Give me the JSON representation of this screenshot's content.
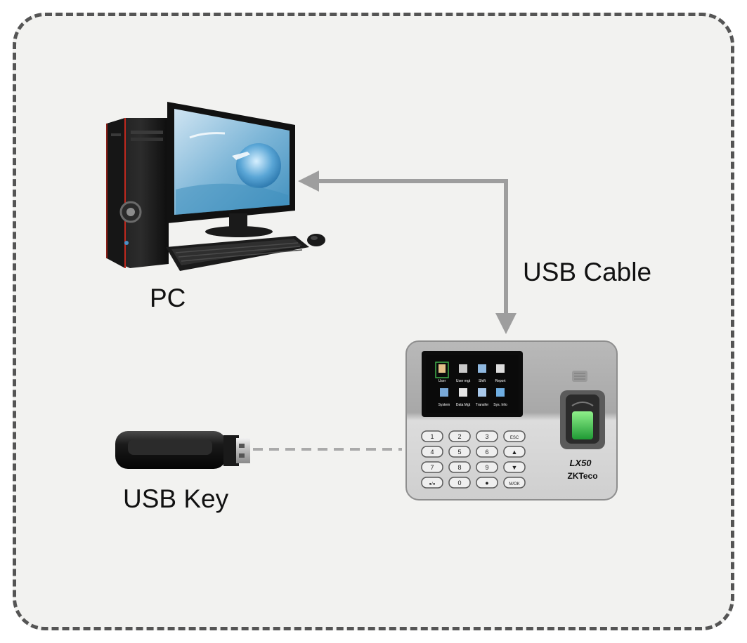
{
  "labels": {
    "pc": "PC",
    "usb_cable": "USB Cable",
    "usb_key": "USB Key"
  },
  "device": {
    "model": "LX50",
    "brand": "ZKTeco",
    "screen_icons": [
      "User",
      "User mgt",
      "Shift",
      "Report",
      "System",
      "Data Mgt",
      "Transfer",
      "Sys. Info"
    ],
    "keypad": [
      [
        "1",
        "2",
        "3",
        "ESC"
      ],
      [
        "4",
        "5",
        "6",
        "▲"
      ],
      [
        "7",
        "8",
        "9",
        "▼"
      ],
      [
        "●/●",
        "0",
        "●",
        "M/OK"
      ]
    ]
  },
  "connections": [
    {
      "from": "device",
      "to": "pc",
      "medium": "USB Cable",
      "style": "solid-arrow"
    },
    {
      "from": "usb_key",
      "to": "device",
      "style": "dashed"
    }
  ],
  "colors": {
    "frame_border": "#555555",
    "background": "#f2f2f0",
    "connector": "#9e9e9e",
    "accent_red": "#c0281e",
    "fingerprint_green": "#34c24a"
  }
}
